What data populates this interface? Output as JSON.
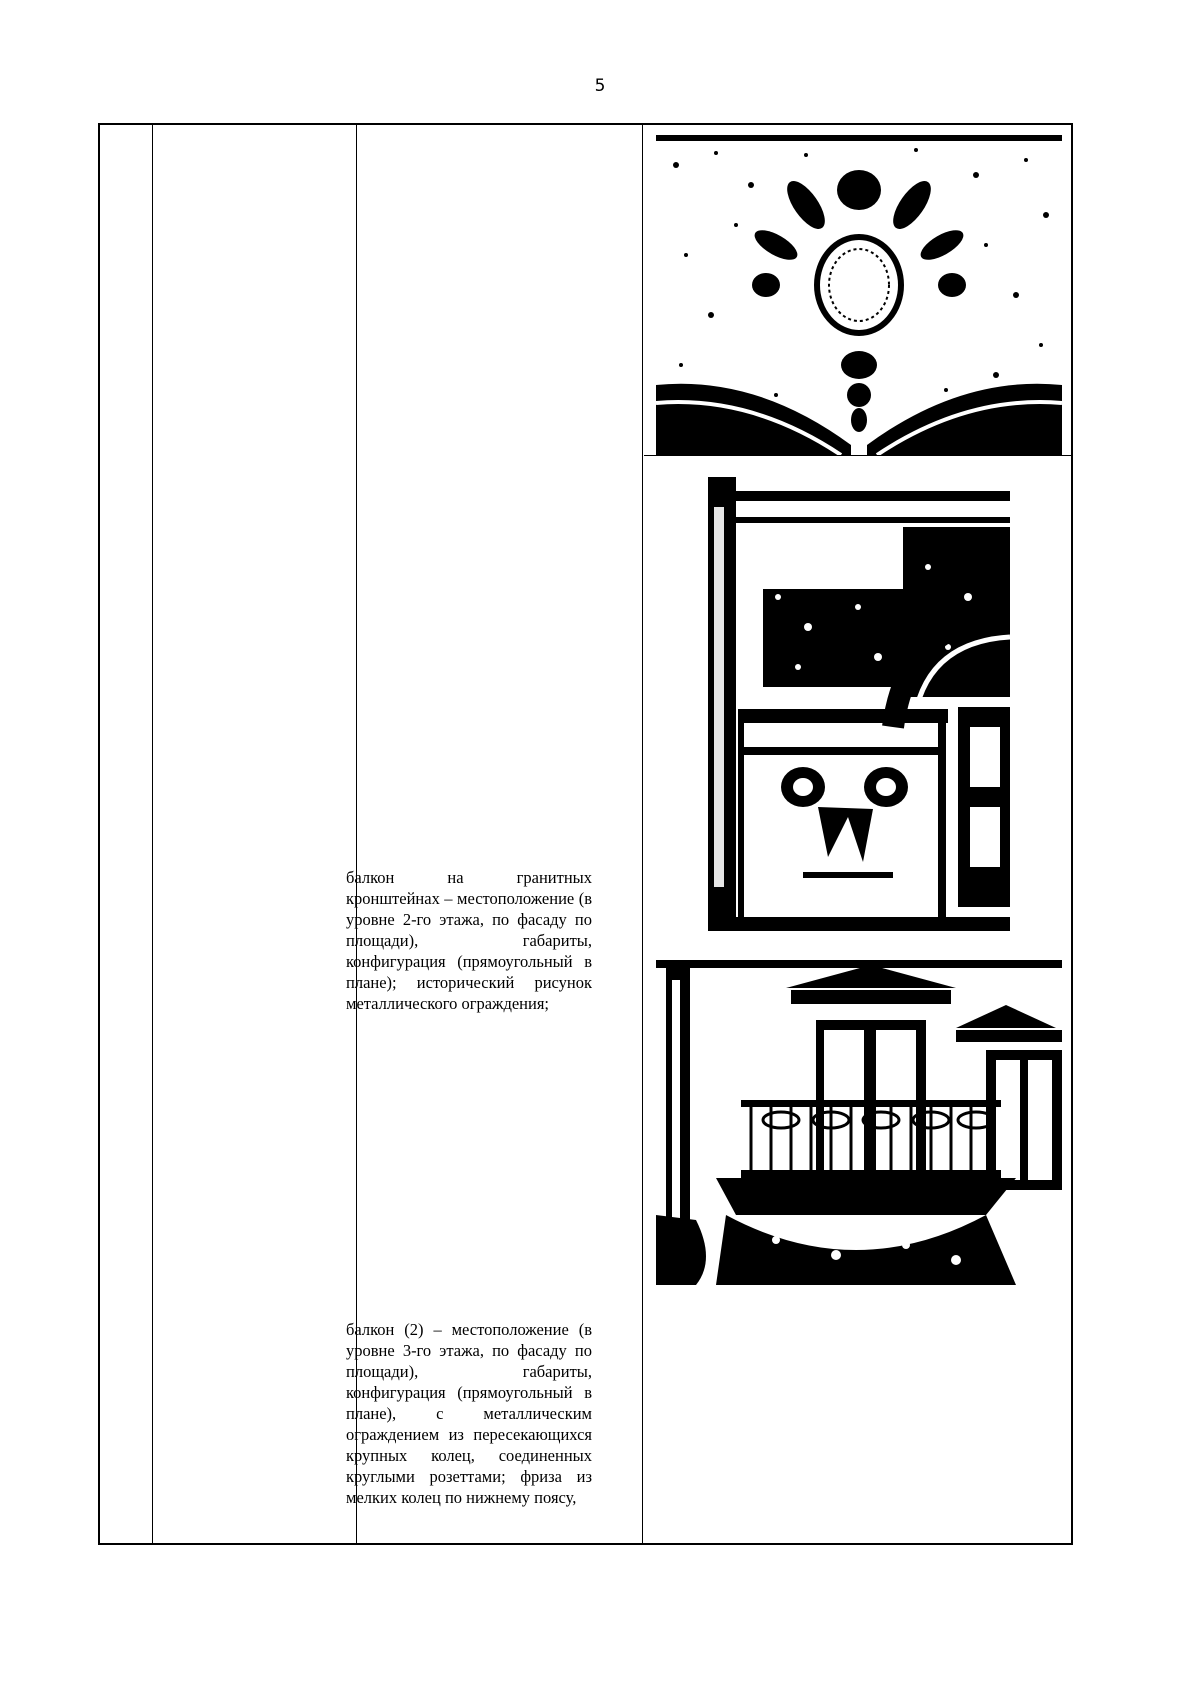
{
  "page": {
    "number": "5"
  },
  "descriptions": [
    "балкон на гранитных кронштейнах – местоположение (в уровне 2-го этажа, по фасаду по площади), габариты, конфигурация (прямоугольный в плане); исторический рисунок металлического ограждения;",
    "балкон (2) – местоположение (в уровне 3-го этажа, по фасаду по площади), габариты, конфигурация (прямоугольный в плане), с металлическим ограждением из пересекающихся крупных колец, соединенных круглыми розеттами; фриза из мелких колец по нижнему поясу,"
  ],
  "photos": [
    {
      "name": "cartouche-relief-photo"
    },
    {
      "name": "capital-column-photo"
    },
    {
      "name": "balcony-railing-photo"
    }
  ]
}
